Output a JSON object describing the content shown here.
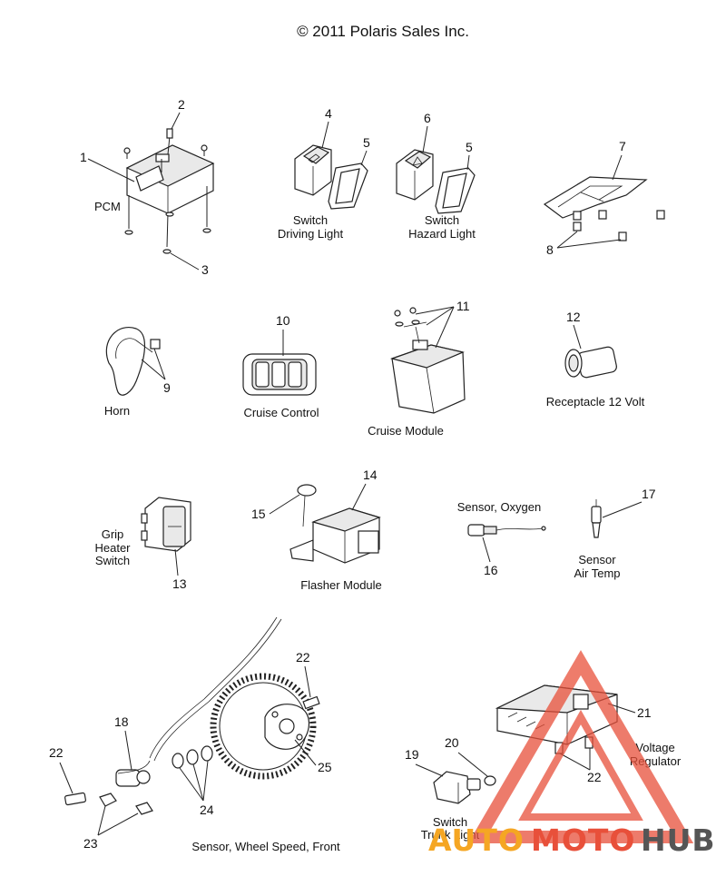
{
  "copyright": "© 2011 Polaris Sales Inc.",
  "labels": {
    "pcm": "PCM",
    "switch_driving_1": "Switch",
    "switch_driving_2": "Driving Light",
    "switch_hazard_1": "Switch",
    "switch_hazard_2": "Hazard Light",
    "horn": "Horn",
    "cruise_control": "Cruise Control",
    "cruise_module": "Cruise Module",
    "receptacle": "Receptacle 12 Volt",
    "grip_1": "Grip",
    "grip_2": "Heater",
    "grip_3": "Switch",
    "flasher": "Flasher Module",
    "sensor_oxygen": "Sensor, Oxygen",
    "sensor_air_1": "Sensor",
    "sensor_air_2": "Air Temp",
    "sensor_wheel": "Sensor, Wheel Speed, Front",
    "voltage_1": "Voltage",
    "voltage_2": "Regulator",
    "trunk_1": "Switch",
    "trunk_2": "Trunk Light"
  },
  "callouts": {
    "n1": "1",
    "n2": "2",
    "n3": "3",
    "n4": "4",
    "n5a": "5",
    "n5b": "5",
    "n6": "6",
    "n7": "7",
    "n8": "8",
    "n9": "9",
    "n10": "10",
    "n11": "11",
    "n12": "12",
    "n13": "13",
    "n14": "14",
    "n15": "15",
    "n16": "16",
    "n17": "17",
    "n18": "18",
    "n19": "19",
    "n20": "20",
    "n21": "21",
    "n22a": "22",
    "n22b": "22",
    "n22c": "22",
    "n23": "23",
    "n24": "24",
    "n25": "25"
  },
  "watermark": {
    "part1": "AUTO",
    "part2": "MOTO",
    "part3": "HUB",
    "colors": {
      "auto": "#f5a623",
      "moto": "#e8503a",
      "hub": "#555555",
      "triangle": "#e8503a"
    }
  }
}
